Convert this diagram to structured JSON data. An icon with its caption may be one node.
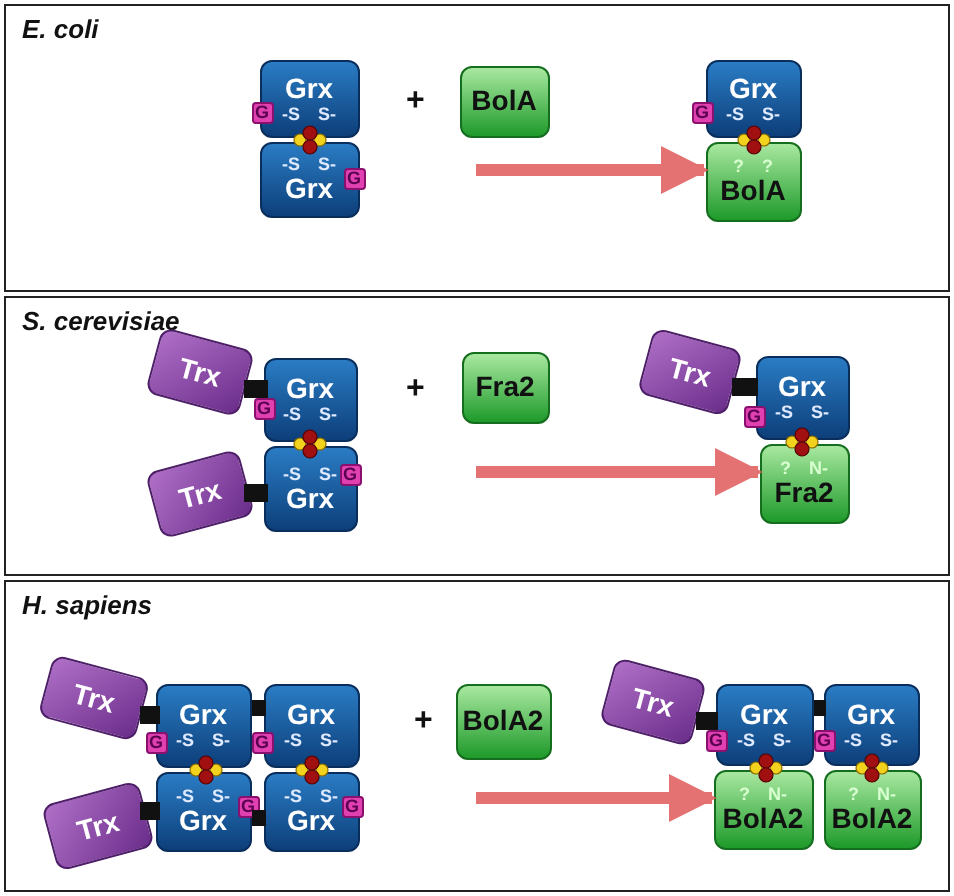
{
  "diagram": {
    "nodes": [
      {
        "text": [
          "E. coli"
        ]
      },
      {
        "text": [
          "Grx",
          "-S",
          "S-"
        ],
        "in": 0
      },
      {
        "text": [
          "G"
        ],
        "in": 0
      },
      {
        "text": [
          "-S",
          "S-",
          "Grx"
        ],
        "in": 0
      },
      {
        "text": [
          "G"
        ],
        "in": 0
      },
      {
        "text": [
          "BolA"
        ],
        "in": 0
      },
      {
        "text": [
          "Grx",
          "-S",
          "S-"
        ],
        "in": 0
      },
      {
        "text": [
          "G"
        ],
        "in": 0
      },
      {
        "text": [
          "?",
          "?",
          "BolA"
        ],
        "in": 0
      },
      {
        "text": [
          "S. cerevisiae"
        ]
      },
      {
        "text": [
          "Trx"
        ],
        "in": 9
      },
      {
        "text": [
          "Grx",
          "-S",
          "S-"
        ],
        "in": 9
      },
      {
        "text": [
          "G"
        ],
        "in": 9
      },
      {
        "text": [
          "Trx"
        ],
        "in": 9
      },
      {
        "text": [
          "-S",
          "S-",
          "Grx"
        ],
        "in": 9
      },
      {
        "text": [
          "G"
        ],
        "in": 9
      },
      {
        "text": [
          "Fra2"
        ],
        "in": 9
      },
      {
        "text": [
          "Trx"
        ],
        "in": 9
      },
      {
        "text": [
          "Grx",
          "-S",
          "S-"
        ],
        "in": 9
      },
      {
        "text": [
          "G"
        ],
        "in": 9
      },
      {
        "text": [
          "?",
          "N-",
          "Fra2"
        ],
        "in": 9
      },
      {
        "text": [
          "H. sapiens"
        ]
      },
      {
        "text": [
          "Trx"
        ],
        "in": 21
      },
      {
        "text": [
          "Grx",
          "-S",
          "S-"
        ],
        "in": 21
      },
      {
        "text": [
          "G"
        ],
        "in": 21
      },
      {
        "text": [
          "Grx",
          "-S",
          "S-"
        ],
        "in": 21
      },
      {
        "text": [
          "G"
        ],
        "in": 21
      },
      {
        "text": [
          "Trx"
        ],
        "in": 21
      },
      {
        "text": [
          "-S",
          "S-",
          "Grx"
        ],
        "in": 21
      },
      {
        "text": [
          "G"
        ],
        "in": 21
      },
      {
        "text": [
          "-S",
          "S-",
          "Grx"
        ],
        "in": 21
      },
      {
        "text": [
          "G"
        ],
        "in": 21
      },
      {
        "text": [
          "BolA2"
        ],
        "in": 21
      },
      {
        "text": [
          "Trx"
        ],
        "in": 21
      },
      {
        "text": [
          "Grx",
          "-S",
          "S-"
        ],
        "in": 21
      },
      {
        "text": [
          "G"
        ],
        "in": 21
      },
      {
        "text": [
          "Grx",
          "-S",
          "S-"
        ],
        "in": 21
      },
      {
        "text": [
          "G"
        ],
        "in": 21
      },
      {
        "text": [
          "?",
          "N-",
          "BolA2"
        ],
        "in": 21
      },
      {
        "text": [
          "?",
          "N-",
          "BolA2"
        ],
        "in": 21
      }
    ],
    "edges": [
      {
        "from": null,
        "to": 8,
        "arrow": "to"
      },
      {
        "from": null,
        "to": 20,
        "arrow": "to"
      },
      {
        "from": null,
        "to": 38,
        "arrow": "to"
      }
    ],
    "labels": [
      "+",
      "+",
      "+"
    ]
  }
}
